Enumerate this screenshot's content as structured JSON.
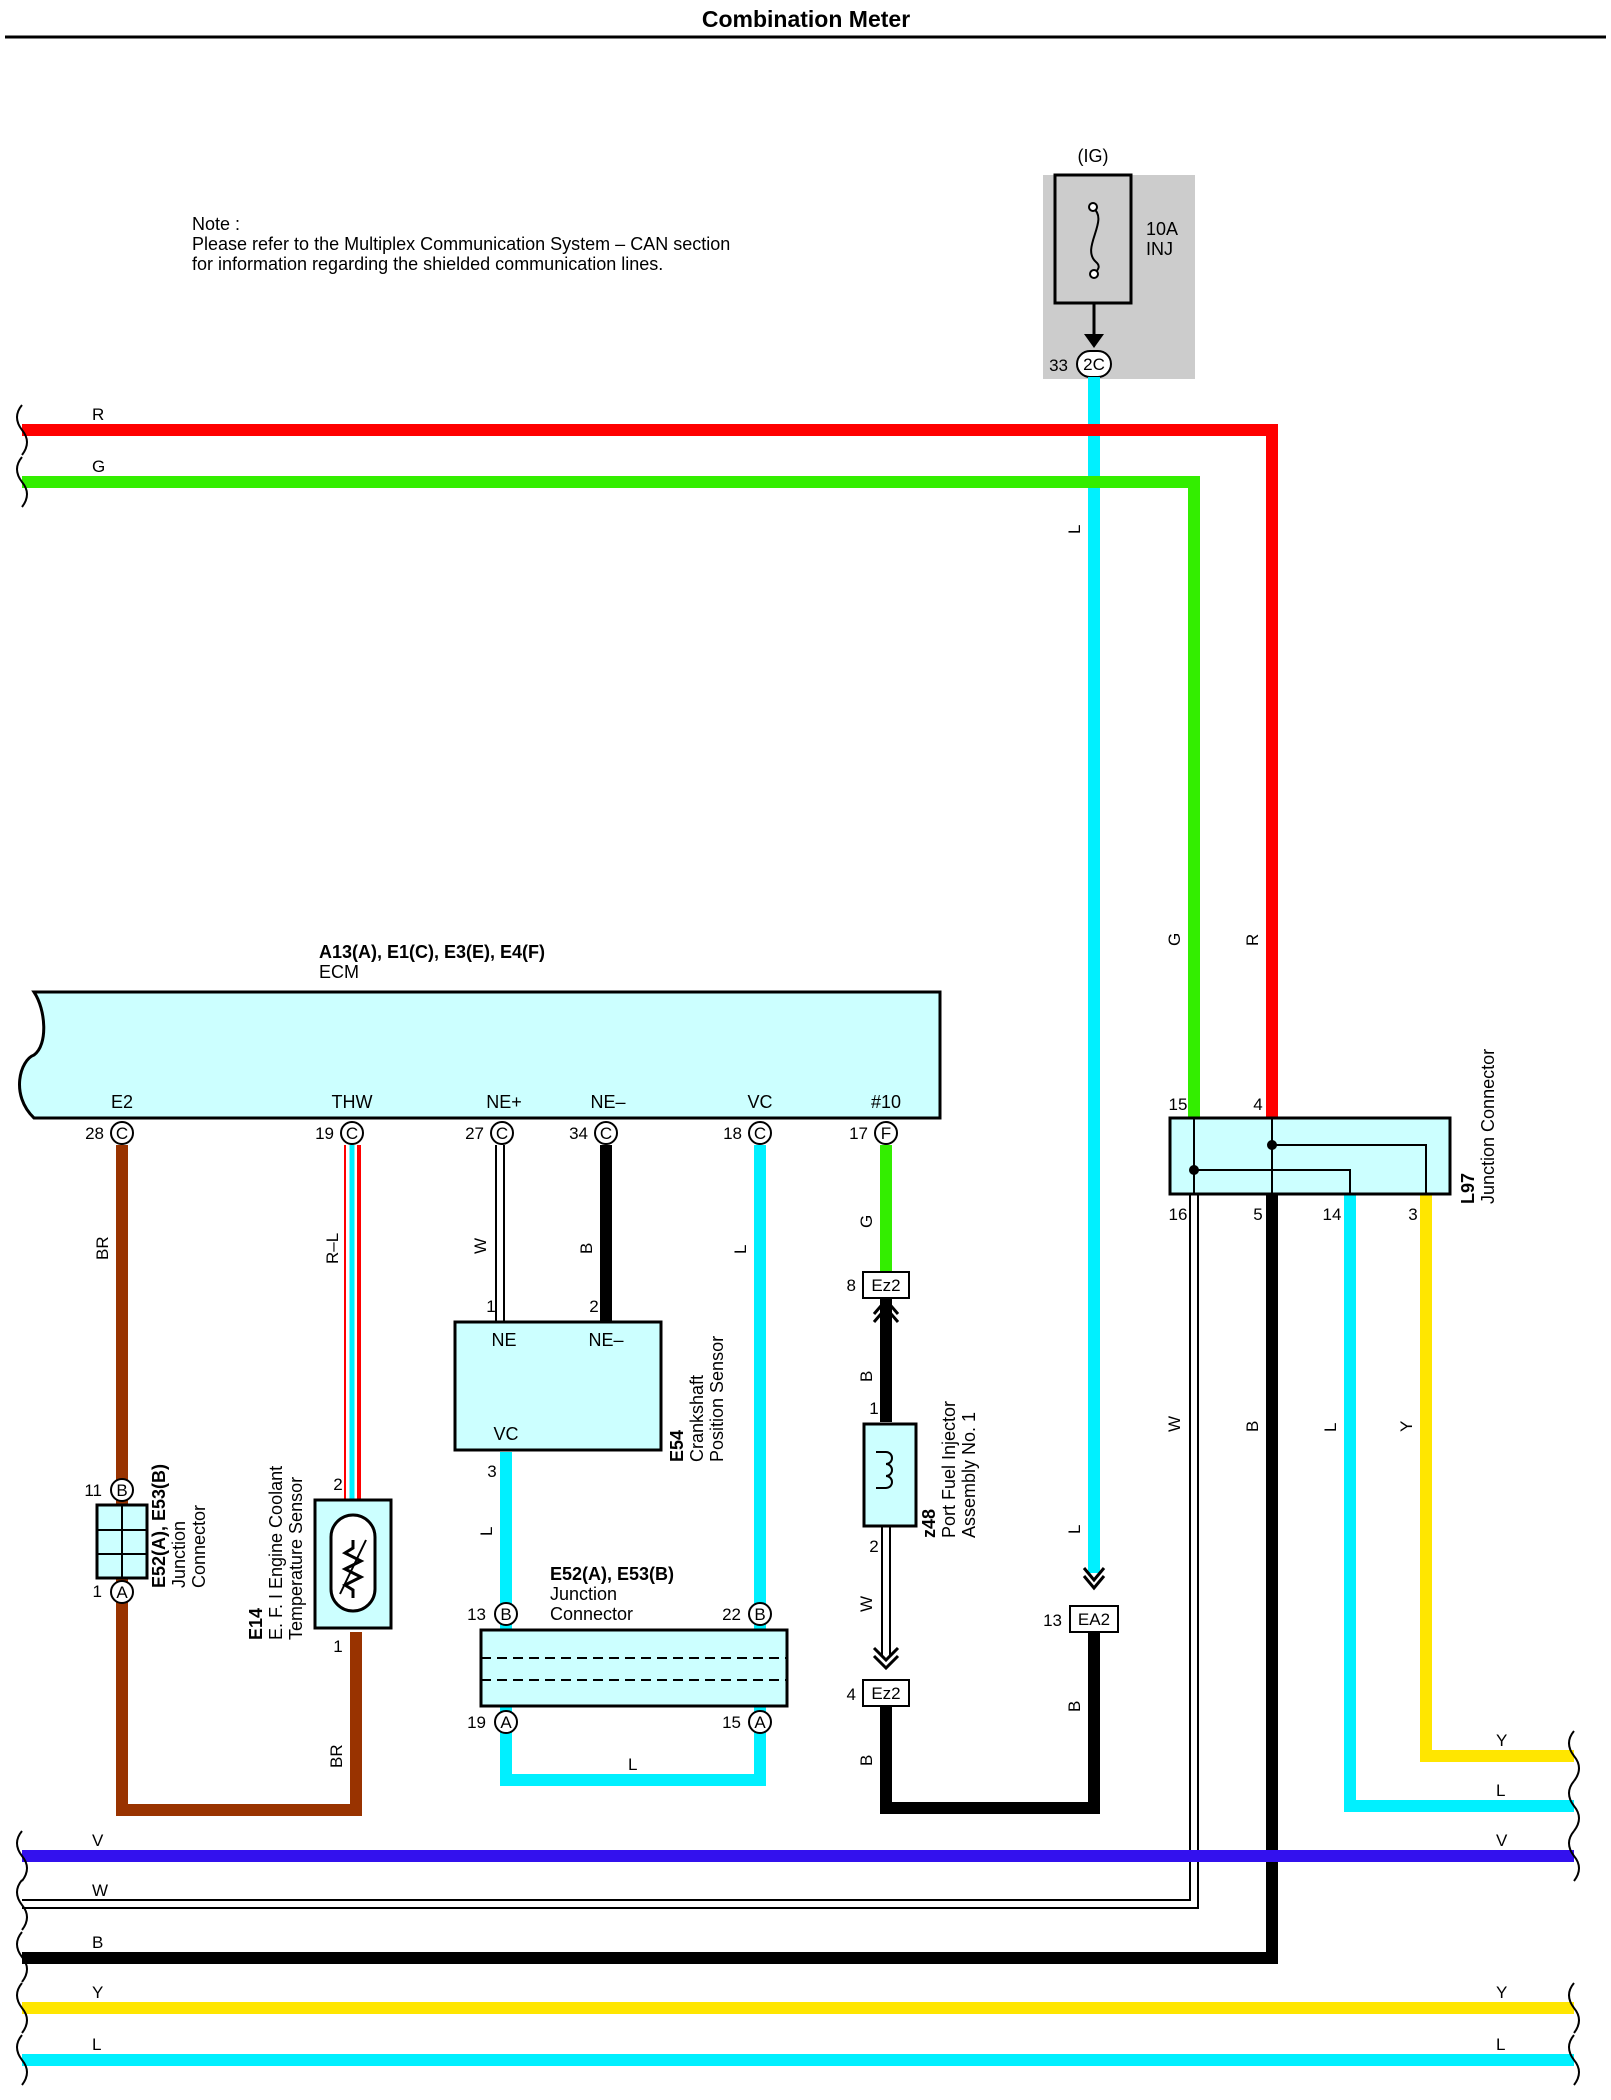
{
  "title": "Combination Meter",
  "note": {
    "heading": "Note :",
    "line1": "Please refer to the Multiplex Communication System – CAN section",
    "line2": "for information regarding the shielded communication lines."
  },
  "fuse": {
    "supply": "(IG)",
    "rating": "10A",
    "name": "INJ",
    "pin": "33",
    "connector": "2C"
  },
  "ecm": {
    "ref": "A13(A), E1(C), E3(E), E4(F)",
    "name": "ECM",
    "terminals": [
      {
        "name": "E2",
        "pin": "28",
        "conn": "C"
      },
      {
        "name": "THW",
        "pin": "19",
        "conn": "C"
      },
      {
        "name": "NE+",
        "pin": "27",
        "conn": "C"
      },
      {
        "name": "NE–",
        "pin": "34",
        "conn": "C"
      },
      {
        "name": "VC",
        "pin": "18",
        "conn": "C"
      },
      {
        "name": "#10",
        "pin": "17",
        "conn": "F"
      }
    ]
  },
  "junction_left": {
    "ref": "E52(A), E53(B)",
    "line1": "Junction",
    "line2": "Connector",
    "pin_top": "11",
    "conn_top": "B",
    "pin_bottom": "1",
    "conn_bottom": "A"
  },
  "coolant_sensor": {
    "ref": "E14",
    "line1": "E. F. I Engine Coolant",
    "line2": "Temperature Sensor",
    "pin_top": "2",
    "pin_bottom": "1"
  },
  "crank_sensor": {
    "ref": "E54",
    "line1": "Crankshaft",
    "line2": "Position Sensor",
    "terminal_ne": "NE",
    "terminal_ne_minus": "NE–",
    "terminal_vc": "VC",
    "pin_ne": "1",
    "pin_ne_minus": "2",
    "pin_vc": "3"
  },
  "junction_mid": {
    "ref": "E52(A), E53(B)",
    "line1": "Junction",
    "line2": "Connector",
    "pin_tl": "13",
    "conn_tl": "B",
    "pin_tr": "22",
    "conn_tr": "B",
    "pin_bl": "19",
    "conn_bl": "A",
    "pin_br": "15",
    "conn_br": "A"
  },
  "injector": {
    "ref": "z48",
    "line1": "Port Fuel Injector",
    "line2": "Assembly No. 1",
    "pin_top": "1",
    "pin_bottom": "2",
    "conn_top": "Ez2",
    "conn_top_pin": "8",
    "conn_bottom": "Ez2",
    "conn_bottom_pin": "4"
  },
  "ea2": {
    "pin": "13",
    "name": "EA2"
  },
  "l97": {
    "ref": "L97",
    "line1": "Junction Connector",
    "pins_top": [
      "15",
      "4"
    ],
    "pins_bottom": [
      "16",
      "5",
      "14",
      "3"
    ]
  },
  "wire_labels": {
    "R": "R",
    "G": "G",
    "L": "L",
    "BR": "BR",
    "RL": "R–L",
    "W": "W",
    "B": "B",
    "Y": "Y",
    "V": "V"
  },
  "colors": {
    "red": "#ff0000",
    "green": "#33ee00",
    "cyan": "#00f0ff",
    "brown": "#993300",
    "black": "#000000",
    "yellow": "#ffe600",
    "violet": "#3311ee",
    "box_fill": "#ccffff",
    "fuse_bg": "#cccccc"
  }
}
